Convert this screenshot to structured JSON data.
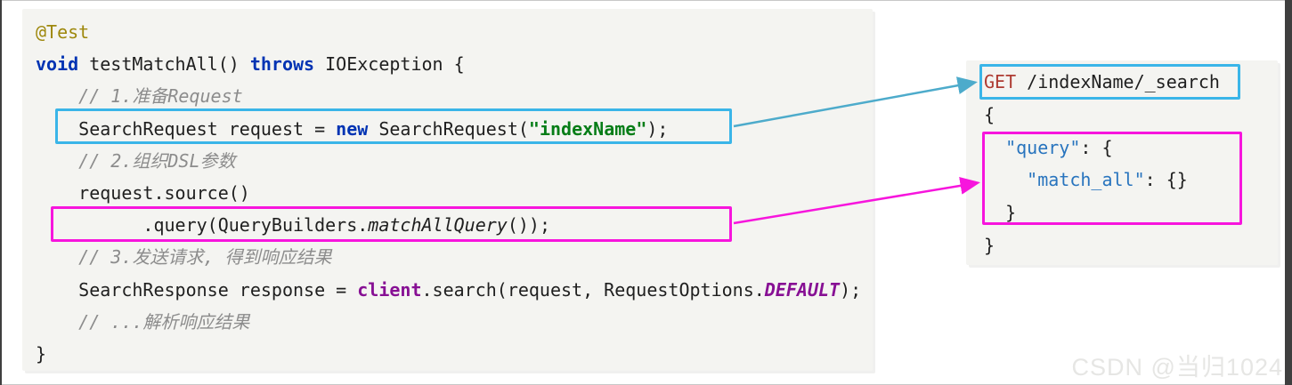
{
  "colors": {
    "panel_bg": "#f4f4f1",
    "code_text": "#1f1f1f",
    "keyword": "#0033b3",
    "annotation": "#9e880d",
    "string": "#067d17",
    "field": "#871094",
    "constant": "#871094",
    "comment": "#8c8c8c",
    "http_method": "#ae3b32",
    "json_key": "#2874be",
    "highlight_cyan": "#3ab5e8",
    "highlight_magenta": "#f715dd",
    "arrow_cyan": "#4dabcb",
    "arrow_magenta": "#f715dd",
    "frame_dark": "#3f3f3f",
    "frame_light": "#c8c8c8",
    "watermark": "#e6e6e4"
  },
  "java_panel": {
    "lines": [
      {
        "tokens": [
          "@Test"
        ]
      },
      {
        "tokens": [
          "void",
          " testMatchAll() ",
          "throws",
          " IOException {"
        ]
      },
      {
        "tokens": [
          "    // 1.准备Request"
        ]
      },
      {
        "tokens": [
          "    SearchRequest request = ",
          "new",
          " SearchRequest(",
          "\"indexName\"",
          ");"
        ]
      },
      {
        "tokens": [
          "    // 2.组织DSL参数"
        ]
      },
      {
        "tokens": [
          "    request.source()"
        ]
      },
      {
        "tokens": [
          "          .query(QueryBuilders.",
          "matchAllQuery",
          "());"
        ]
      },
      {
        "tokens": [
          "    // 3.发送请求, 得到响应结果"
        ]
      },
      {
        "tokens": [
          "    SearchResponse response = ",
          "client",
          ".search(request, RequestOptions.",
          "DEFAULT",
          ");"
        ]
      },
      {
        "tokens": [
          "    // ...解析响应结果"
        ]
      },
      {
        "tokens": [
          "}"
        ]
      }
    ]
  },
  "dsl_panel": {
    "lines": [
      {
        "tokens": [
          "GET",
          " /indexName/_search"
        ]
      },
      {
        "tokens": [
          "{"
        ]
      },
      {
        "tokens": [
          "  ",
          "\"query\"",
          ": {"
        ]
      },
      {
        "tokens": [
          "    ",
          "\"match_all\"",
          ": {}"
        ]
      },
      {
        "tokens": [
          "  }"
        ]
      },
      {
        "tokens": [
          "}"
        ]
      }
    ]
  },
  "watermark": {
    "text": "CSDN @当归1024"
  }
}
